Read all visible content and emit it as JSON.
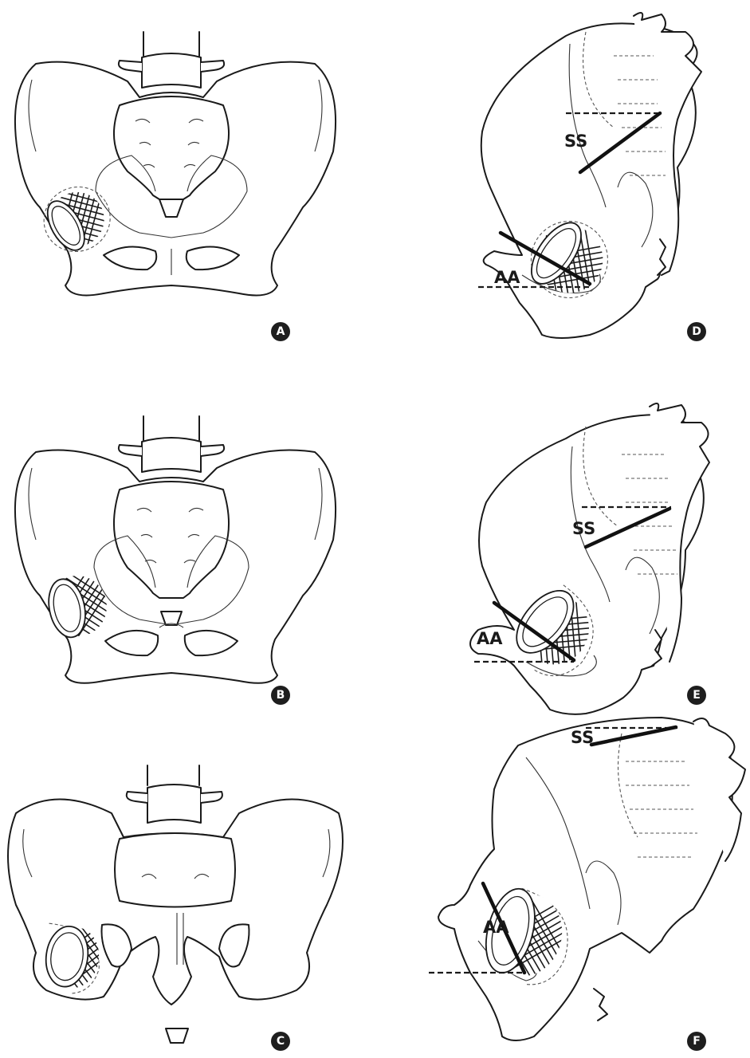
{
  "figure": {
    "panels": [
      {
        "id": "A",
        "label": "A",
        "view": "anterior pelvis",
        "cup_hatch": "#1a1a1a"
      },
      {
        "id": "B",
        "label": "B",
        "view": "anterior pelvis"
      },
      {
        "id": "C",
        "label": "C",
        "view": "anterior pelvis"
      },
      {
        "id": "D",
        "label": "D",
        "view": "lateral pelvis",
        "angles": [
          "SS",
          "AA"
        ]
      },
      {
        "id": "E",
        "label": "E",
        "view": "lateral pelvis",
        "angles": [
          "SS",
          "AA"
        ]
      },
      {
        "id": "F",
        "label": "F",
        "view": "lateral pelvis",
        "angles": [
          "SS",
          "AA"
        ]
      }
    ],
    "angle_labels": {
      "sacral_slope": "SS",
      "acetabular_anteversion": "AA"
    },
    "colors": {
      "line": "#1a1a1a",
      "badge": "#1e1e1e",
      "badge_text": "#ffffff",
      "background": "#ffffff"
    }
  }
}
